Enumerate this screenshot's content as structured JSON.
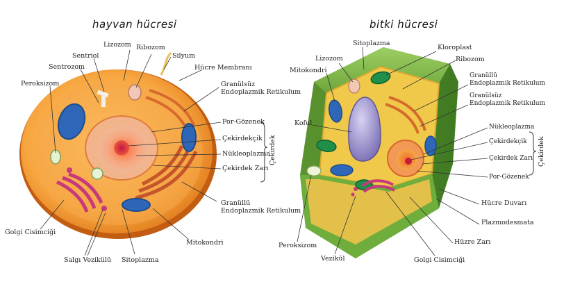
{
  "animal": {
    "title": "hayvan hücresi",
    "labels": {
      "lizozom": "Lizozom",
      "ribozom": "Ribozom",
      "silyum": "Silyum",
      "sentriol": "Sentriol",
      "sentrozom": "Sentrozom",
      "hucre_membrani": "Hücre Membranı",
      "peroksizom": "Peroksizom",
      "granulsuz_1": "Granülsüz",
      "granulsuz_2": "Endoplazmik Retikulum",
      "por_gozenek": "Por-Gözenek",
      "cekirdekcik": "Çekirdekçik",
      "nukleoplazma": "Nükleoplazma",
      "cekirdek_zari": "Çekirdek Zarı",
      "cekirdek": "Çekirdek",
      "granullu_1": "Granüllü",
      "granullu_2": "Endoplazmik Retikulum",
      "golgi": "Golgi Cisimciği",
      "mitokondri": "Mitokondri",
      "salgi": "Salgı Vezikülü",
      "sitoplazma": "Sitoplazma"
    }
  },
  "plant": {
    "title": "bitki hücresi",
    "labels": {
      "sitoplazma": "Sitoplazma",
      "kloroplast": "Kloroplast",
      "lizozom": "Lizozom",
      "ribozom": "Ribozom",
      "mitokondri": "Mitokondri",
      "granullu_1": "Granüllü",
      "granullu_2": "Endoplazmik Retikulum",
      "granulsuz_1": "Granülsüz",
      "granulsuz_2": "Endoplazmik Retikulum",
      "koful": "Koful",
      "nukleoplazma": "Nükleoplazma",
      "cekirdekcik": "Çekirdekçik",
      "cekirdek_zari": "Çekirdek Zarı",
      "por_gozenek": "Por-Gözenek",
      "cekirdek": "Çekirdek",
      "hucre_duvari": "Hücre Duvarı",
      "plazmodesmata": "Plazmodesmata",
      "peroksizom": "Peroksizom",
      "hucre_zari": "Hüzre Zarı",
      "vezikul": "Vezikül",
      "golgi": "Golgi Cisimciği"
    }
  }
}
